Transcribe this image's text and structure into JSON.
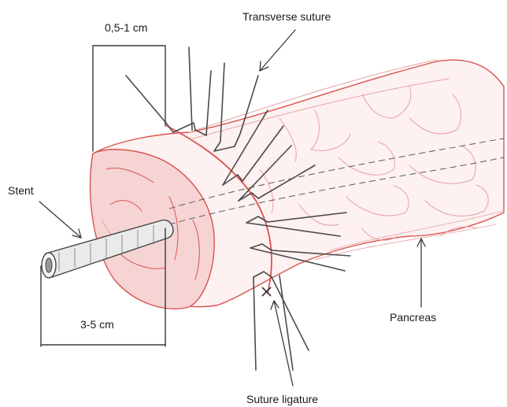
{
  "labels": {
    "width_top": "0,5-1 cm",
    "transverse_suture": "Transverse suture",
    "stent": "Stent",
    "width_bottom": "3-5 cm",
    "pancreas": "Pancreas",
    "suture_ligature": "Suture ligature"
  },
  "colors": {
    "tissue_outline": "#d9534f",
    "tissue_fill": "#fbeaea",
    "ink": "#3a3a3a"
  }
}
